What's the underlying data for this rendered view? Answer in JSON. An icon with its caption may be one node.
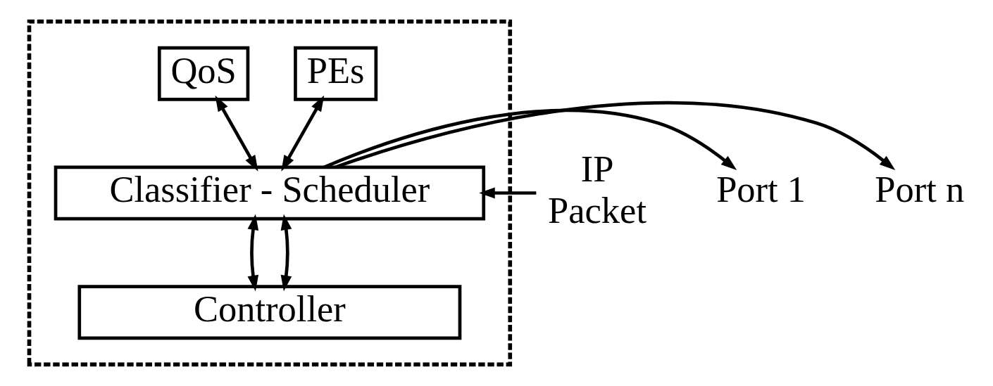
{
  "diagram": {
    "nodes": [
      {
        "text": [],
        "shape": "box"
      },
      {
        "text": [
          "PEs"
        ],
        "in": 0
      },
      {
        "text": [
          "QoS"
        ],
        "in": 0
      },
      {
        "text": [
          "Classifier - Scheduler"
        ],
        "in": 0
      },
      {
        "text": [
          "Controller"
        ],
        "in": 0
      },
      {
        "text": [
          "IP",
          "Packet"
        ]
      },
      {
        "text": [
          "Port 1"
        ]
      },
      {
        "text": [
          "Port n"
        ]
      }
    ],
    "edges": [
      {
        "from": 5,
        "to": 3,
        "arrow": "to"
      },
      {
        "from": 1,
        "to": 3,
        "arrow": "both"
      },
      {
        "from": 2,
        "to": 3,
        "arrow": "both"
      },
      {
        "from": 3,
        "to": 6,
        "arrow": "to"
      },
      {
        "from": 3,
        "to": 7,
        "arrow": "to"
      },
      {
        "from": 3,
        "to": 4,
        "arrow": "both"
      },
      {
        "from": 3,
        "to": 4,
        "arrow": "both"
      }
    ]
  }
}
